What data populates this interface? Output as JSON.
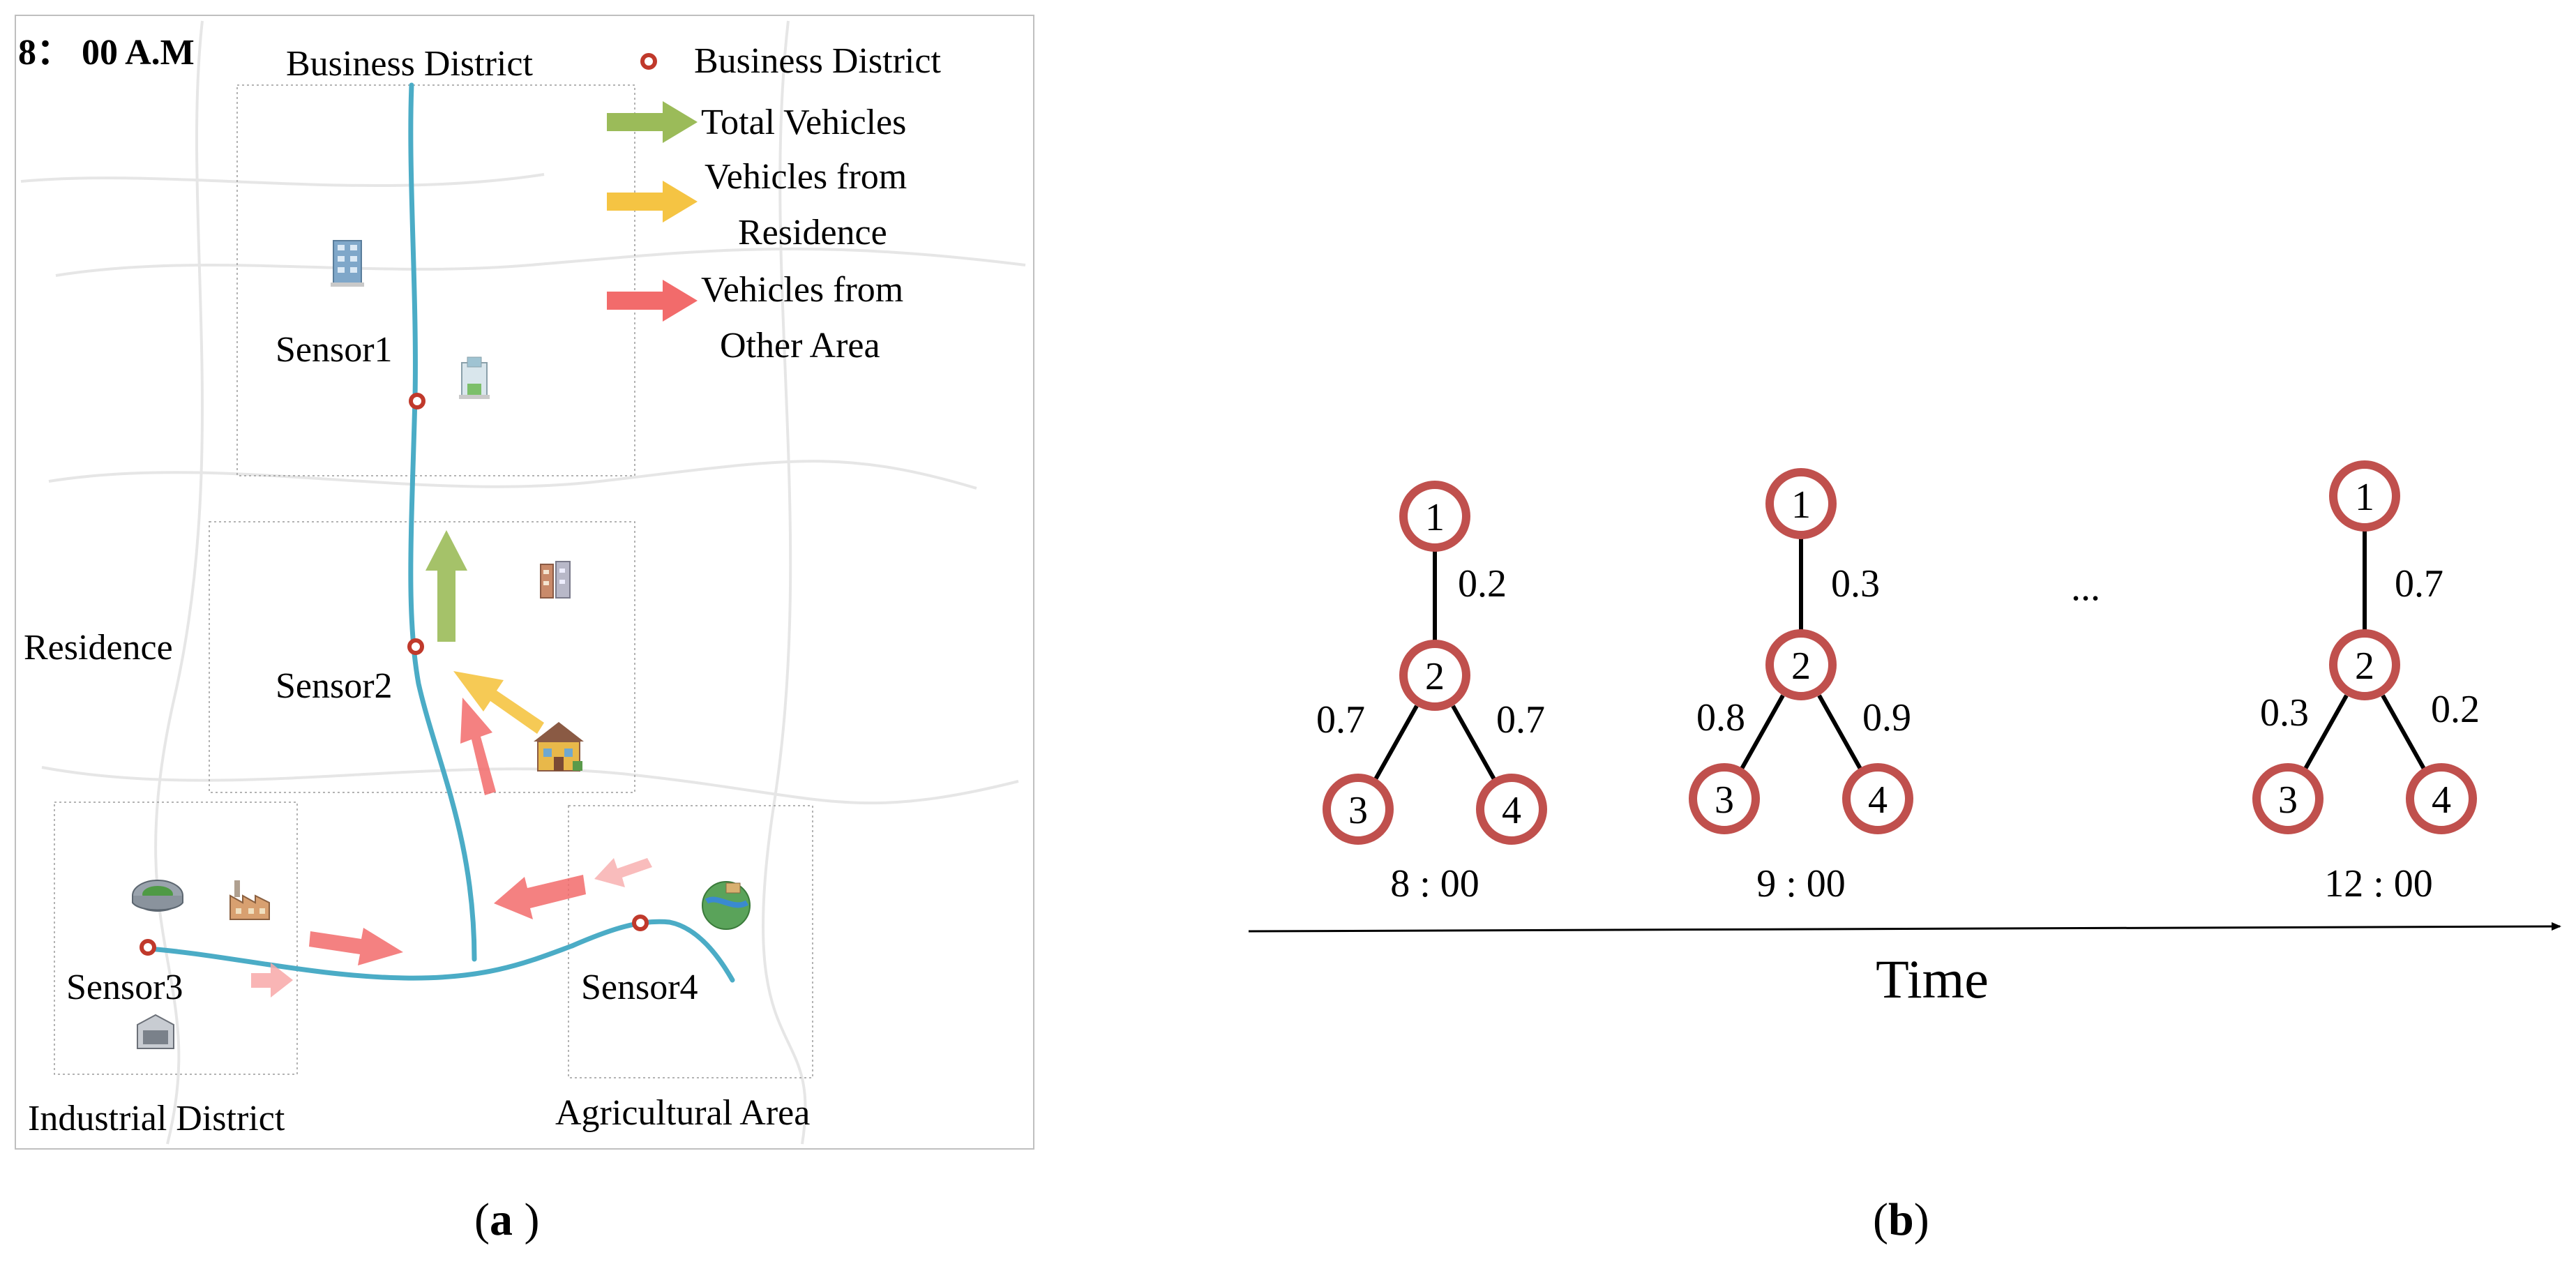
{
  "panel_a": {
    "time_label": "8： 00  A.M",
    "regions": {
      "business_top": "Business District",
      "residence": "Residence",
      "industrial": "Industrial District",
      "agricultural": "Agricultural Area"
    },
    "sensors": [
      "Sensor1",
      "Sensor2",
      "Sensor3",
      "Sensor4"
    ],
    "legend": {
      "marker": "Business District",
      "total": "Total Vehicles",
      "residence_line1": "Vehicles from",
      "residence_line2": "Residence",
      "other_line1": "Vehicles from",
      "other_line2": "Other Area"
    },
    "colors": {
      "road": "#4bacc6",
      "sensor": "#c0392b",
      "total_arrow": "#9bbb59",
      "residence_arrow": "#f5c443",
      "other_arrow": "#f26b6b"
    },
    "caption_letter": "a",
    "caption_close": " )"
  },
  "panel_b": {
    "graphs": [
      {
        "time": "8 : 00",
        "edges": {
          "e12": "0.2",
          "e23": "0.7",
          "e24": "0.7"
        }
      },
      {
        "time": "9 : 00",
        "edges": {
          "e12": "0.3",
          "e23": "0.8",
          "e24": "0.9"
        }
      },
      {
        "time": "12 : 00",
        "edges": {
          "e12": "0.7",
          "e23": "0.3",
          "e24": "0.2"
        }
      }
    ],
    "node_labels": [
      "1",
      "2",
      "3",
      "4"
    ],
    "ellipsis": "...",
    "axis_label": "Time",
    "node_color": "#c0504d",
    "caption_letter": "b",
    "caption_close": ")"
  }
}
